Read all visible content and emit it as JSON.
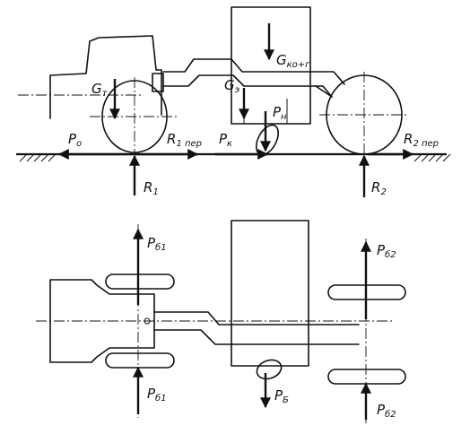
{
  "side_view": {
    "labels": {
      "g_t": {
        "main": "G",
        "sub": "т"
      },
      "g_e": {
        "main": "G",
        "sub": "э"
      },
      "g_kog": {
        "main": "G",
        "sub": "ко+г"
      },
      "p_n": {
        "main": "P",
        "sub": "н"
      },
      "p_o": {
        "main": "P",
        "sub": "о"
      },
      "r1_per": {
        "main": "R",
        "sub": "1 пер"
      },
      "p_k": {
        "main": "P",
        "sub": "к"
      },
      "r2_per": {
        "main": "R",
        "sub": "2 пер"
      },
      "r1": {
        "main": "R",
        "sub": "1"
      },
      "r2": {
        "main": "R",
        "sub": "2"
      }
    }
  },
  "top_view": {
    "labels": {
      "p_b1_top": {
        "main": "P",
        "sub": "б1"
      },
      "p_b1_bottom": {
        "main": "P",
        "sub": "б1"
      },
      "p_b2_top": {
        "main": "P",
        "sub": "б2"
      },
      "p_b2_bottom": {
        "main": "P",
        "sub": "б2"
      },
      "p_b": {
        "main": "P",
        "sub": "Б"
      }
    }
  }
}
